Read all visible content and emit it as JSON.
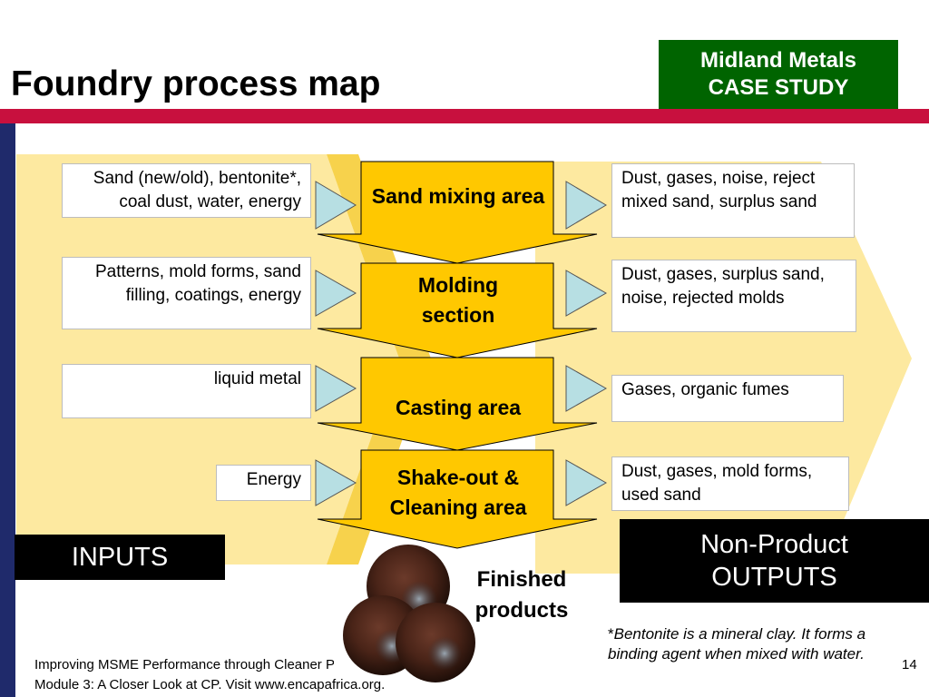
{
  "title": "Foundry process map",
  "case_study": {
    "line1": "Midland Metals",
    "line2": "CASE STUDY"
  },
  "inputs": [
    "Sand (new/old), bentonite*, coal dust, water, energy",
    "Patterns, mold forms, sand filling, coatings, energy",
    "liquid metal",
    "Energy"
  ],
  "steps": [
    "Sand mixing area",
    "Molding section",
    "Casting area",
    "Shake-out & Cleaning area"
  ],
  "outputs": [
    "Dust, gases, noise, reject mixed sand, surplus sand",
    "Dust, gases, surplus sand, noise, rejected molds",
    "Gases, organic fumes",
    "Dust, gases, mold forms, used sand"
  ],
  "labels": {
    "inputs": "INPUTS",
    "non_product_line1": "Non-Product",
    "non_product_line2": "OUTPUTS",
    "finished_line1": "Finished",
    "finished_line2": "products"
  },
  "footnote": {
    "asterisk": "*",
    "text": "Bentonite is a mineral clay. It forms a binding agent when mixed with water."
  },
  "footer": {
    "line1": "Improving MSME Performance through Cleaner Production",
    "line2": "Module 3: A Closer Look at CP. Visit www.encapafrica.org."
  },
  "page_number": "14",
  "colors": {
    "accent_red": "#c8103e",
    "case_green": "#006400",
    "navy": "#1f2a6b",
    "panel_light": "#fde9a0",
    "panel_dark": "#f7d24c",
    "step_fill": "#ffc800",
    "triangle": "#b7dfe3"
  }
}
